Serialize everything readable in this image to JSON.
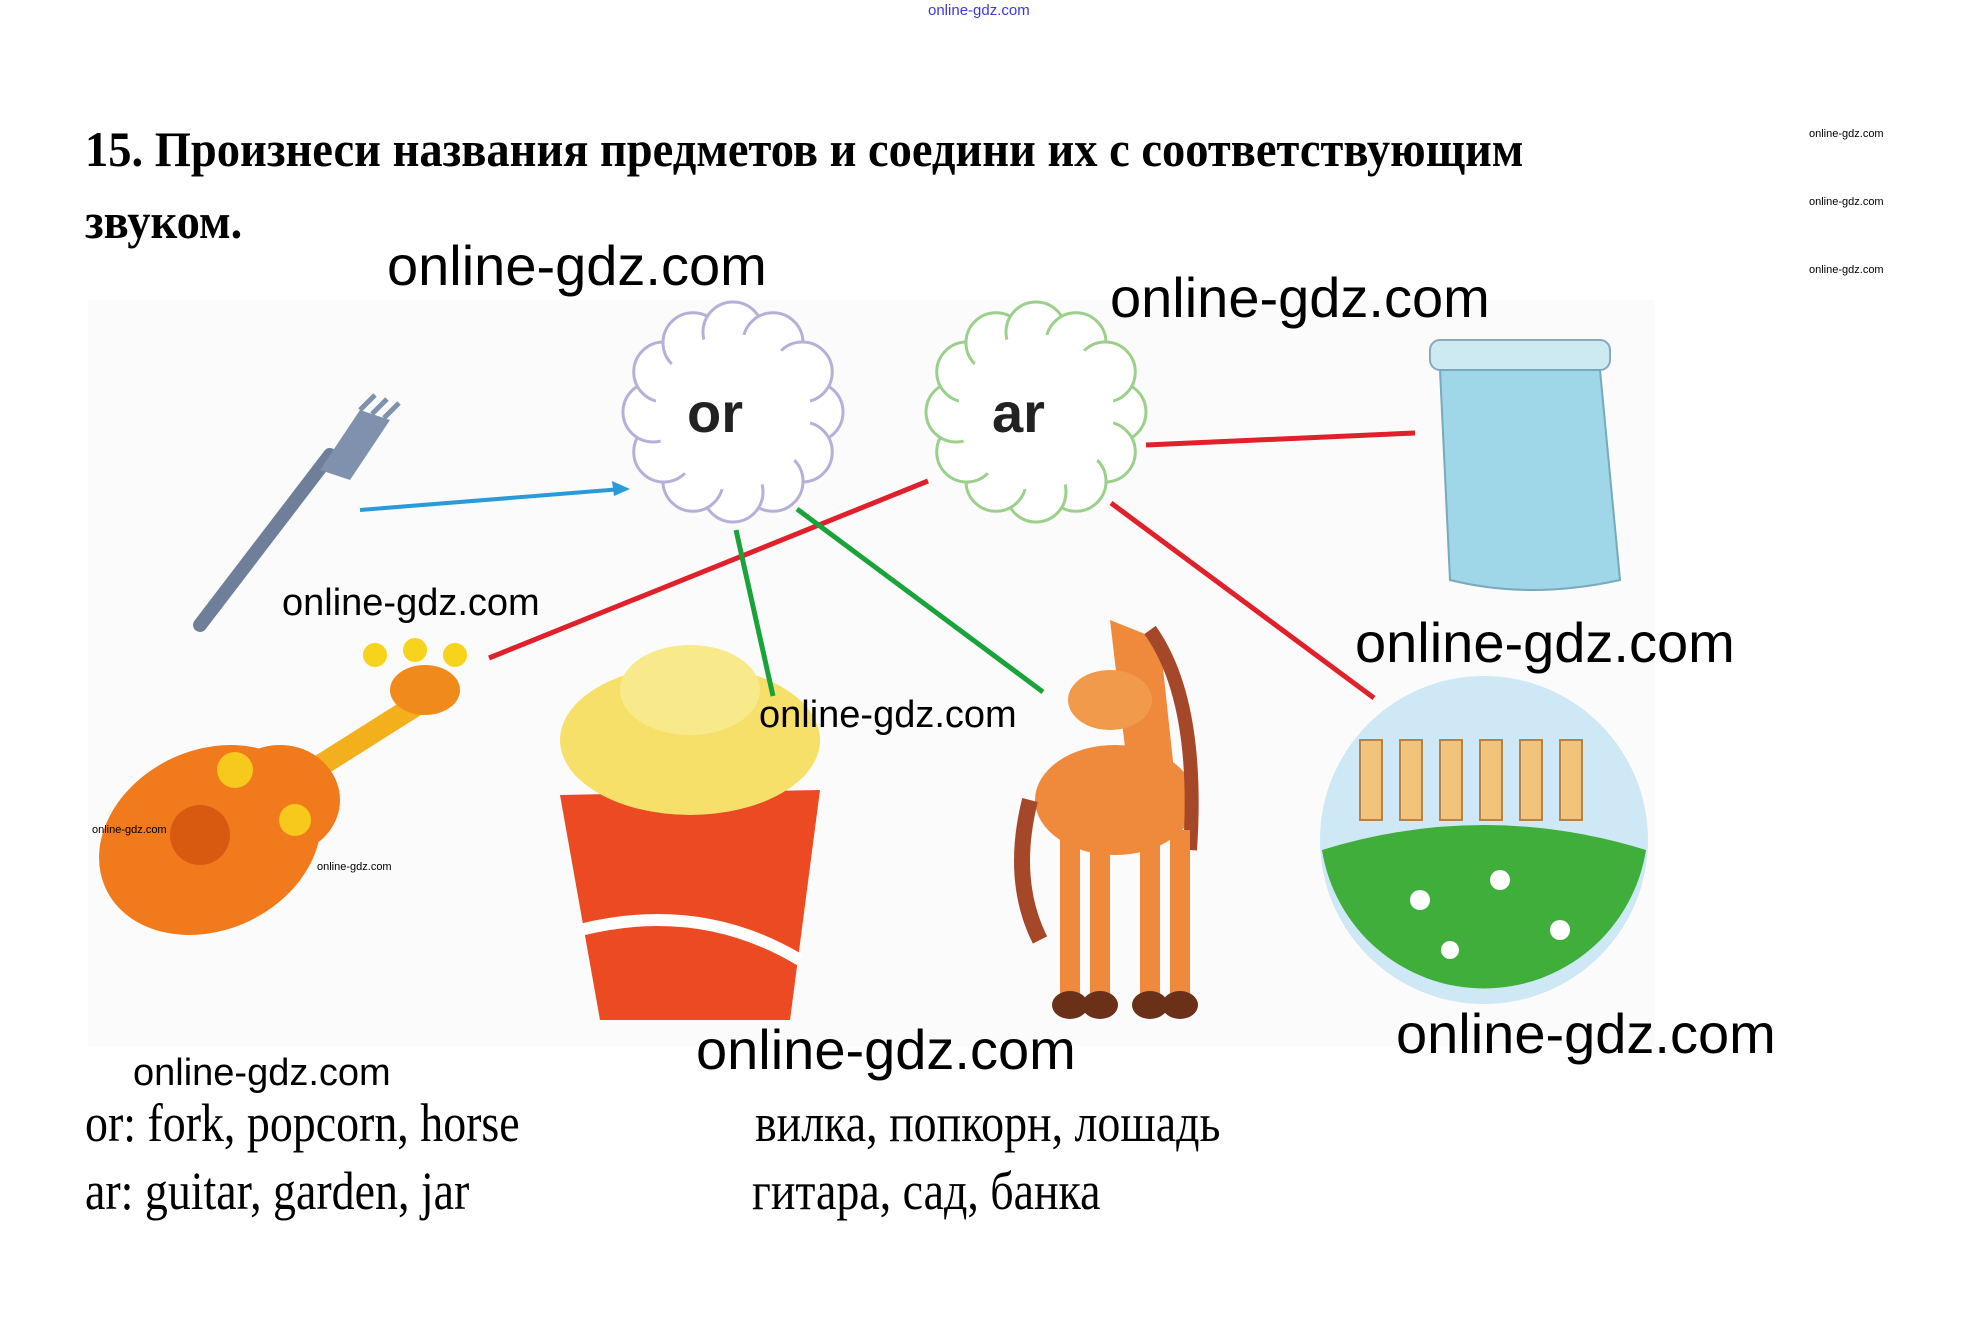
{
  "watermark": "online-gdz.com",
  "title": {
    "line1": "15. Произнеси названия предметов и соедини их с соответствующим",
    "line2": "звуком."
  },
  "sounds": {
    "or": "or",
    "ar": "ar"
  },
  "answers": {
    "or_en": "or: fork, popcorn, horse",
    "ar_en": "ar: guitar, garden, jar",
    "or_ru": "вилка, попкорн, лошадь",
    "ar_ru": "гитара, сад, банка"
  },
  "colors": {
    "red_line": "#e0202a",
    "green_line": "#1aa33a",
    "blue_line": "#2a9ad8"
  }
}
